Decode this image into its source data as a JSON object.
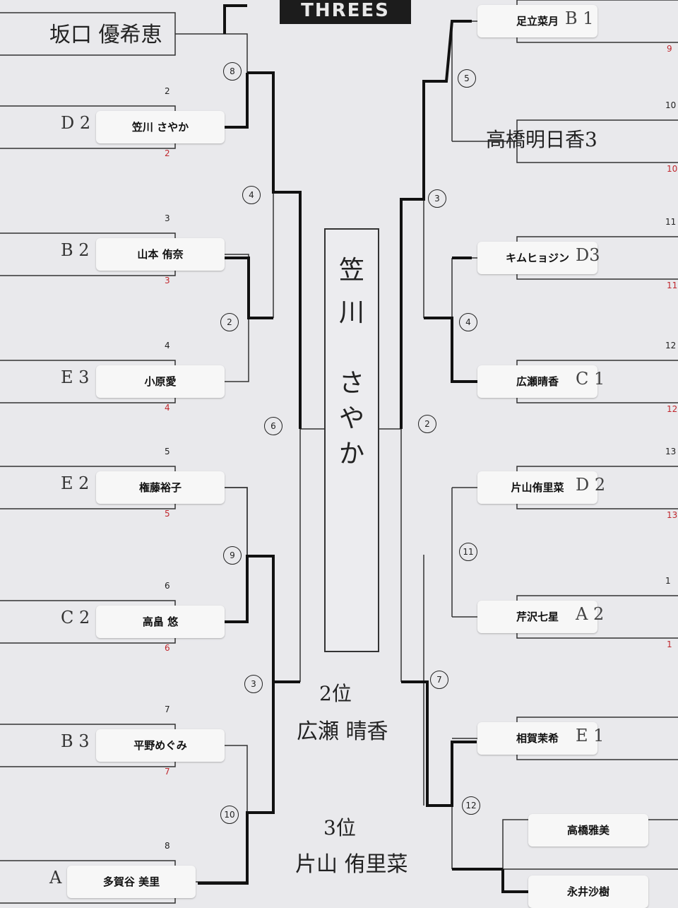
{
  "logo_text": "THREES",
  "champion": [
    "笠",
    "川",
    "さ",
    "や",
    "か"
  ],
  "second_place": {
    "label": "2位",
    "name": "広瀬 晴香"
  },
  "third_place": {
    "label": "3位",
    "name": "片山 侑里菜"
  },
  "left_players": [
    {
      "name": "坂口 優希恵",
      "seed": "",
      "red": "",
      "note": "",
      "handwritten": true
    },
    {
      "name": "笠川 さやか",
      "seed": "2",
      "red": "2",
      "note": "D 2",
      "handwritten": false
    },
    {
      "name": "山本 侑奈",
      "seed": "3",
      "red": "3",
      "note": "B 2",
      "handwritten": false
    },
    {
      "name": "小原愛",
      "seed": "4",
      "red": "4",
      "note": "E 3",
      "handwritten": false
    },
    {
      "name": "権藤裕子",
      "seed": "5",
      "red": "5",
      "note": "E 2",
      "handwritten": false
    },
    {
      "name": "高畠 悠",
      "seed": "6",
      "red": "6",
      "note": "C 2",
      "handwritten": false
    },
    {
      "name": "平野めぐみ",
      "seed": "7",
      "red": "7",
      "note": "B 3",
      "handwritten": false
    },
    {
      "name": "多賀谷 美里",
      "seed": "8",
      "red": "",
      "note": "A",
      "handwritten": false
    }
  ],
  "right_players": [
    {
      "name": "足立菜月",
      "seed": "",
      "red": "9",
      "note": "B 1",
      "handwritten": false
    },
    {
      "name": "高橋明日香3",
      "seed": "10",
      "red": "10",
      "note": "",
      "handwritten": true
    },
    {
      "name": "キムヒョジン",
      "seed": "11",
      "red": "11",
      "note": "D3",
      "handwritten": false
    },
    {
      "name": "広瀬晴香",
      "seed": "12",
      "red": "12",
      "note": "C 1",
      "handwritten": false
    },
    {
      "name": "片山侑里菜",
      "seed": "13",
      "red": "13",
      "note": "D 2",
      "handwritten": false
    },
    {
      "name": "芹沢七星",
      "seed": "1",
      "red": "1",
      "note": "A 2",
      "handwritten": false
    },
    {
      "name": "相賀茉希",
      "seed": "",
      "red": "",
      "note": "E 1",
      "handwritten": false
    },
    {
      "name": "高橋雅美",
      "seed": "",
      "red": "",
      "note": "",
      "handwritten": false
    },
    {
      "name": "永井沙樹",
      "seed": "",
      "red": "",
      "note": "",
      "handwritten": false
    }
  ],
  "match_numbers": [
    "8",
    "4",
    "2",
    "6",
    "9",
    "3",
    "10",
    "5",
    "3",
    "4",
    "2",
    "11",
    "7",
    "12"
  ]
}
